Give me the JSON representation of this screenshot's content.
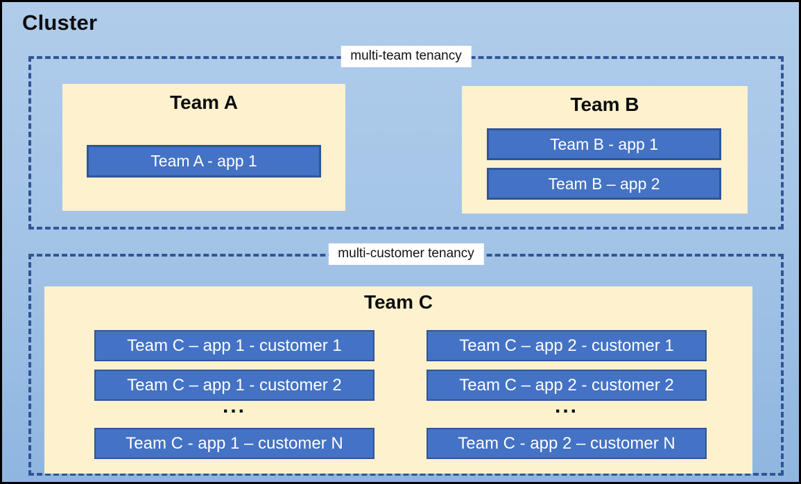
{
  "cluster": {
    "title": "Cluster"
  },
  "multi_team": {
    "label": "multi-team tenancy",
    "team_a": {
      "title": "Team A",
      "apps": [
        "Team A - app 1"
      ]
    },
    "team_b": {
      "title": "Team B",
      "apps": [
        "Team B - app 1",
        "Team B – app 2"
      ]
    }
  },
  "multi_customer": {
    "label": "multi-customer tenancy",
    "team_c": {
      "title": "Team C",
      "col1": {
        "rows": [
          "Team C – app 1 - customer 1",
          "Team C – app 1 - customer 2"
        ],
        "ellipsis": "...",
        "last": "Team C - app 1 – customer N"
      },
      "col2": {
        "rows": [
          "Team C – app 2 - customer 1",
          "Team C – app 2 - customer 2"
        ],
        "ellipsis": "...",
        "last": "Team C - app 2 – customer N"
      }
    }
  },
  "colors": {
    "background_top": "#B0CCEA",
    "background_bottom": "#8FB6E0",
    "panel_cream": "#FDF1CE",
    "app_fill_blue": "#4472C4",
    "app_border_navy": "#2F5597",
    "dashed_border_navy": "#2F5597",
    "outer_border_black": "#000000",
    "app_text_white": "#FFFFFF",
    "label_background_white": "#FFFFFF",
    "title_text_black": "#0D0D0D"
  }
}
